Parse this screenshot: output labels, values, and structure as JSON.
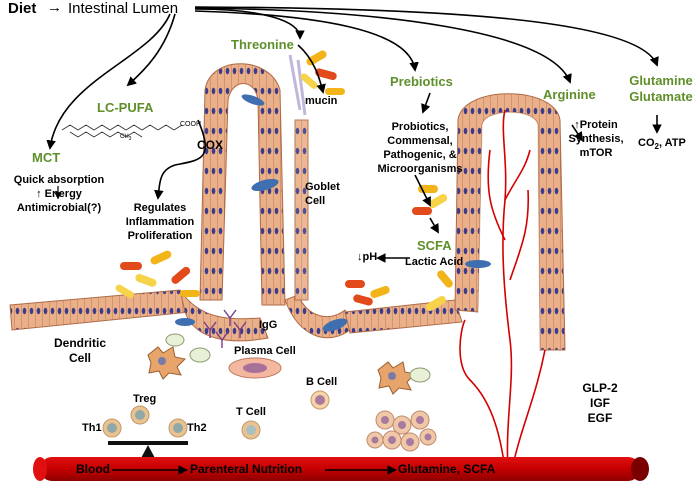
{
  "header": {
    "diet": "Diet",
    "lumen": "Intestinal Lumen"
  },
  "nutrients": {
    "threonine": "Threonine",
    "mucin": "mucin",
    "lcpufa": "LC-PUFA",
    "cox": "COX",
    "regulates": [
      "Regulates",
      "Inflammation",
      "Proliferation"
    ],
    "mct": "MCT",
    "mct_effects": [
      "Quick absorption",
      "↑ Energy",
      "Antimicrobial(?)"
    ],
    "prebiotics": "Prebiotics",
    "microbes": [
      "Probiotics,",
      "Commensal,",
      "Pathogenic, &",
      "Microorganisms"
    ],
    "scfa": "SCFA",
    "lactic": "Lactic Acid",
    "ph": "↓pH",
    "arginine": "Arginine",
    "arginine_effects": [
      "↑Protein",
      "Synthesis,",
      "mTOR"
    ],
    "glutamine": "Glutamine",
    "glutamate": "Glutamate",
    "co2": "CO",
    "co2_sub": "2",
    "atp": ", ATP"
  },
  "molecule": {
    "cooh": "COOH",
    "ch3": "CH",
    "ch3_sub": "3"
  },
  "cells": {
    "goblet": [
      "Goblet",
      "Cell"
    ],
    "dendritic": [
      "Dendritic",
      "Cell"
    ],
    "igg": "IgG",
    "plasma": "Plasma Cell",
    "bcell": "B Cell",
    "treg": "Treg",
    "th1": "Th1",
    "th2": "Th2",
    "tcell": "T Cell"
  },
  "hormones": [
    "GLP-2",
    "IGF",
    "EGF"
  ],
  "blood": {
    "blood": "Blood",
    "parenteral": "Parenteral Nutrition",
    "outcome": "Glutamine, SCFA"
  },
  "colors": {
    "label_green": "#5f8f2a",
    "epithelium": "#e8a27a",
    "nucleus": "#3b3b8c",
    "vessel": "#d40000",
    "goblet": "#3f6fb0"
  }
}
